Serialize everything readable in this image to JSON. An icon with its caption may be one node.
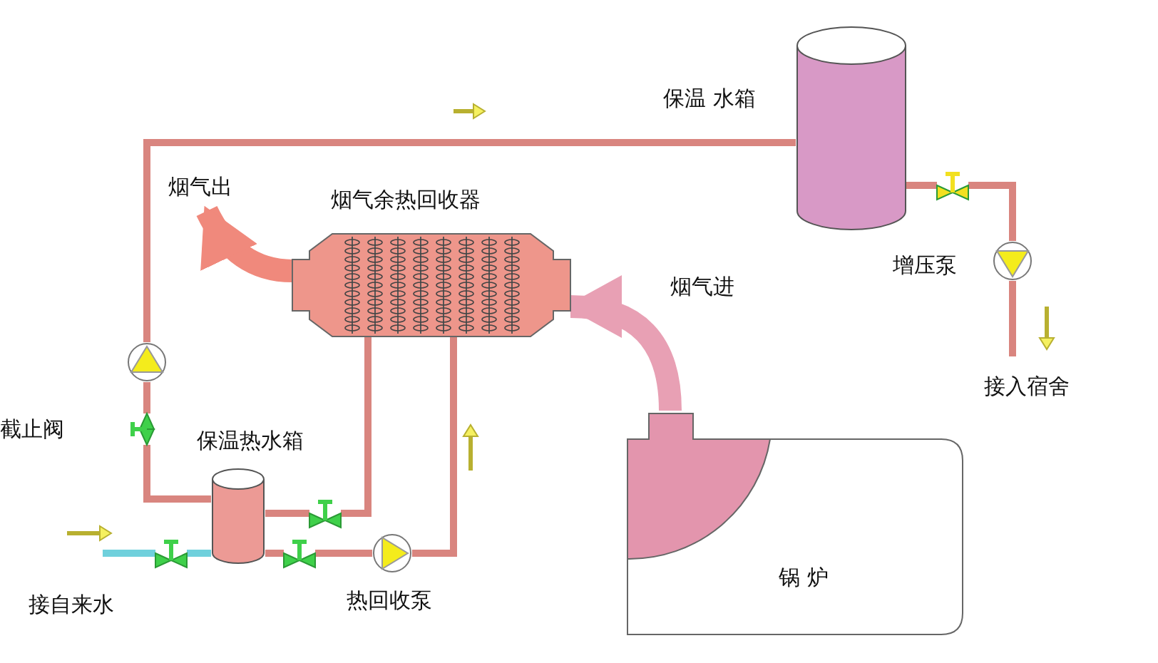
{
  "diagram": {
    "nodes": [
      {
        "text": [
          "保温 水箱"
        ]
      },
      {
        "text": [
          "烟气余热回收器"
        ]
      },
      {
        "text": [],
        "shape": "circle"
      },
      {
        "text": [],
        "shape": "valve",
        "beside": [
          "截止阀"
        ]
      },
      {
        "text": [
          "保温热水箱"
        ]
      },
      {
        "text": [],
        "shape": "valve"
      },
      {
        "text": [],
        "shape": "valve"
      },
      {
        "text": [],
        "shape": "valve"
      },
      {
        "text": [],
        "shape": "circle",
        "beside": [
          "热回收泵"
        ]
      },
      {
        "text": [],
        "shape": "valve"
      },
      {
        "text": [],
        "shape": "circle",
        "beside": [
          "增压泵"
        ]
      },
      {
        "text": [
          "锅 炉"
        ]
      }
    ],
    "edges": [
      {
        "from": 4,
        "to": 3,
        "arrow": "none"
      },
      {
        "from": 3,
        "to": 2,
        "arrow": "none"
      },
      {
        "from": 2,
        "to": 0,
        "arrow": "none"
      },
      {
        "from": null,
        "to": 6,
        "arrow": "none",
        "label": "接自来水",
        "color": "#6fd0dc"
      },
      {
        "from": 6,
        "to": 4,
        "arrow": "none",
        "color": "#6fd0dc"
      },
      {
        "from": 4,
        "to": 7,
        "arrow": "none"
      },
      {
        "from": 7,
        "to": 8,
        "arrow": "none"
      },
      {
        "from": 8,
        "to": 1,
        "arrow": "none"
      },
      {
        "from": 1,
        "to": 5,
        "arrow": "none"
      },
      {
        "from": 5,
        "to": 4,
        "arrow": "none"
      },
      {
        "from": 0,
        "to": 9,
        "arrow": "none"
      },
      {
        "from": 9,
        "to": 10,
        "arrow": "none"
      },
      {
        "from": 10,
        "to": null,
        "arrow": "none",
        "label": "接入宿舍"
      },
      {
        "from": 11,
        "to": 1,
        "arrow": "to",
        "label": "烟气进",
        "style": "thick",
        "color": "#e8a0b4"
      },
      {
        "from": 1,
        "to": null,
        "arrow": "to",
        "label": "烟气出",
        "style": "thick",
        "color": "#f0897c"
      }
    ]
  }
}
